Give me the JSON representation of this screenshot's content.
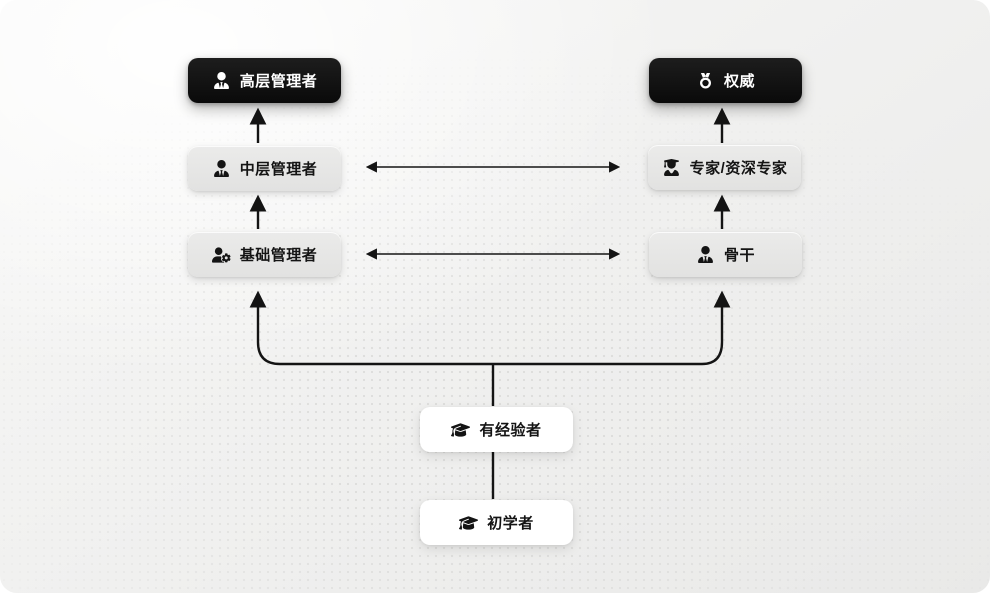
{
  "diagram_title": "dual-ladder career path",
  "nodes": {
    "top_manager": {
      "label": "高层管理者",
      "icon": "user-tie-icon",
      "level": "management-top"
    },
    "middle_manager": {
      "label": "中层管理者",
      "icon": "user-tie-icon",
      "level": "management-middle"
    },
    "base_manager": {
      "label": "基础管理者",
      "icon": "user-gear-icon",
      "level": "management-base"
    },
    "authority": {
      "label": "权威",
      "icon": "medal-icon",
      "level": "expert-top"
    },
    "expert": {
      "label": "专家/资深专家",
      "icon": "user-graduate-icon",
      "level": "expert-middle"
    },
    "backbone": {
      "label": "骨干",
      "icon": "user-tie-icon",
      "level": "expert-base"
    },
    "experienced": {
      "label": "有经验者",
      "icon": "graduation-cap-icon",
      "level": "entry-2"
    },
    "beginner": {
      "label": "初学者",
      "icon": "graduation-cap-icon",
      "level": "entry-1"
    }
  },
  "connections": [
    {
      "from": "middle_manager",
      "to": "top_manager",
      "type": "arrow-up"
    },
    {
      "from": "base_manager",
      "to": "middle_manager",
      "type": "arrow-up"
    },
    {
      "from": "expert",
      "to": "authority",
      "type": "arrow-up"
    },
    {
      "from": "backbone",
      "to": "expert",
      "type": "arrow-up"
    },
    {
      "from": "middle_manager",
      "to": "expert",
      "type": "double-arrow"
    },
    {
      "from": "base_manager",
      "to": "backbone",
      "type": "double-arrow"
    },
    {
      "from": "experienced",
      "to": "base_manager",
      "type": "branch-arrow"
    },
    {
      "from": "experienced",
      "to": "backbone",
      "type": "branch-arrow"
    },
    {
      "from": "beginner",
      "to": "experienced",
      "type": "line"
    }
  ],
  "colors": {
    "canvas_bg": "#f1f1f0",
    "dot_grid": "#cfcfcd",
    "node_dark_bg": "#0f0f0f",
    "node_dark_text": "#ffffff",
    "node_light_bg": "#e6e6e5",
    "node_white_bg": "#ffffff",
    "node_text": "#141414",
    "arrow": "#141414"
  }
}
